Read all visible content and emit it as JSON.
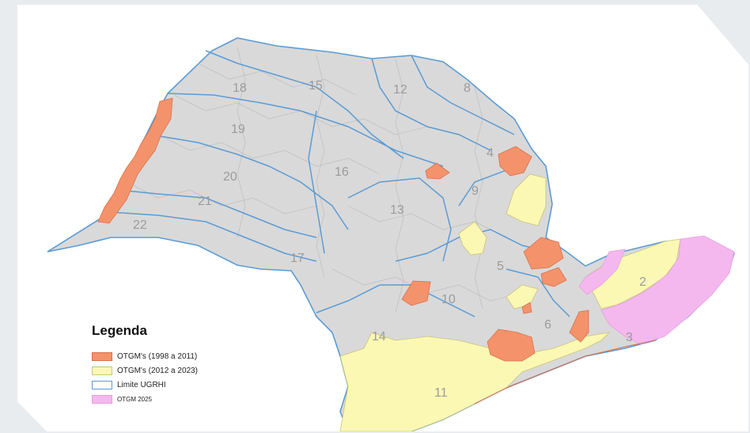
{
  "legend": {
    "title": "Legenda",
    "items": [
      {
        "label": "OTGM's (1998 a 2011)",
        "color": "#f4936b",
        "border": "#d9704a"
      },
      {
        "label": "OTGM's (2012 a 2023)",
        "color": "#fbf8b4",
        "border": "#c9c47a"
      },
      {
        "label": "Limite UGRHI",
        "color": "#ffffff",
        "border": "#5b9bd5"
      },
      {
        "label": "OTGM 2025",
        "color": "#f4b8ee",
        "border": "#e5a0df"
      }
    ]
  },
  "ugrhi_labels": [
    "18",
    "15",
    "12",
    "8",
    "19",
    "4",
    "20",
    "16",
    "9",
    "21",
    "13",
    "22",
    "17",
    "5",
    "10",
    "14",
    "6",
    "11",
    "2",
    "3"
  ],
  "colors": {
    "state_fill": "#d9d9d9",
    "ugrhi_border": "#5b9bd5",
    "otgm_1998_2011": "#f4936b",
    "otgm_2012_2023": "#fbf8b4",
    "otgm_2025": "#f4b8ee"
  }
}
